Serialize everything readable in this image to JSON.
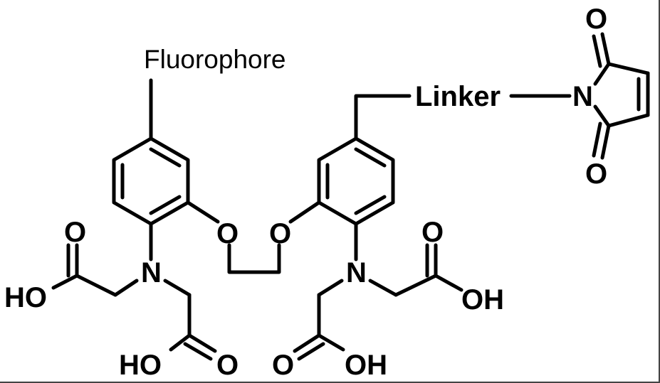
{
  "labels": {
    "fluorophore": "Fluorophore",
    "linker": "Linker",
    "maleimide_n": "N",
    "maleimide_o_top": "O",
    "maleimide_o_bottom": "O",
    "ether_o_left": "O",
    "ether_o_right": "O",
    "amine_n_left": "N",
    "amine_n_right": "N",
    "carbonyl_o_left_upper": "O",
    "hydroxyl_left_upper": "HO",
    "carbonyl_o_left_lower": "O",
    "hydroxyl_left_lower": "HO",
    "carbonyl_o_right_upper": "O",
    "hydroxyl_right_upper": "OH",
    "carbonyl_o_right_lower": "O",
    "hydroxyl_right_lower": "OH"
  },
  "colors": {
    "ink": "#000000",
    "border": "#444444"
  }
}
